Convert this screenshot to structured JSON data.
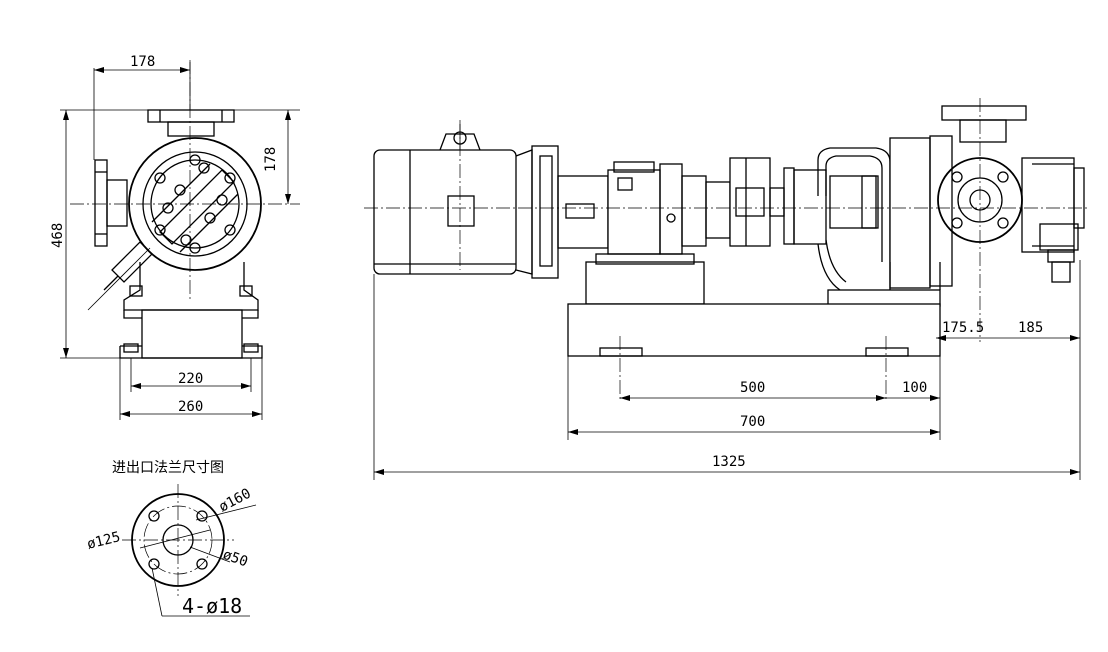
{
  "drawing": {
    "side_view": {
      "dim_top_width": "178",
      "dim_right_height": "178",
      "dim_total_height": "468",
      "dim_bolt_span": "220",
      "dim_base_width": "260"
    },
    "front_view": {
      "dim_right_offset": "175.5",
      "dim_right_end": "185",
      "dim_bolt_pitch": "500",
      "dim_bolt_end": "100",
      "dim_base_length": "700",
      "dim_total_length": "1325"
    },
    "flange_detail": {
      "caption": "进出口法兰尺寸图",
      "dia_pcd": "ø125",
      "dia_outer": "ø160",
      "dia_bore": "ø50",
      "holes": "4-ø18"
    }
  }
}
